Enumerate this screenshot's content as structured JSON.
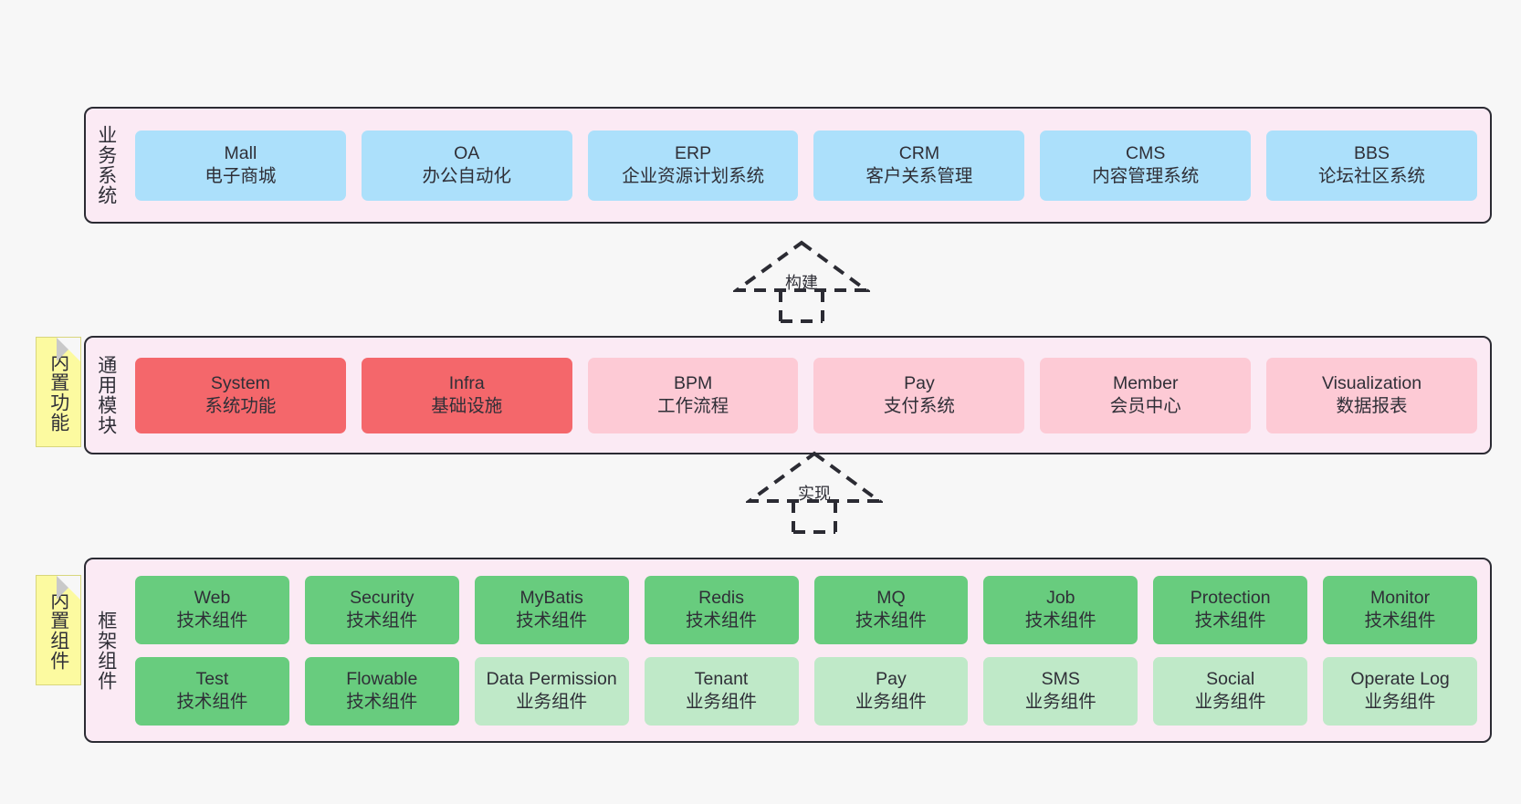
{
  "diagram": {
    "background": "#f7f7f7",
    "colors": {
      "panel": "#fbeaf4",
      "panel_border": "#2b2b33",
      "business_card": "#ace0fb",
      "module_core": "#f4676b",
      "module_other": "#fdcad5",
      "tech_component": "#68cc7e",
      "business_component": "#bfe9c8",
      "note": "#fcfaa0"
    }
  },
  "layers": {
    "business": {
      "title": "业务系统",
      "cards": [
        {
          "name": "Mall",
          "desc": "电子商城"
        },
        {
          "name": "OA",
          "desc": "办公自动化"
        },
        {
          "name": "ERP",
          "desc": "企业资源计划系统"
        },
        {
          "name": "CRM",
          "desc": "客户关系管理"
        },
        {
          "name": "CMS",
          "desc": "内容管理系统"
        },
        {
          "name": "BBS",
          "desc": "论坛社区系统"
        }
      ]
    },
    "module": {
      "title": "通用模块",
      "note": "内置功能",
      "cards": [
        {
          "name": "System",
          "desc": "系统功能",
          "tone": "red"
        },
        {
          "name": "Infra",
          "desc": "基础设施",
          "tone": "red"
        },
        {
          "name": "BPM",
          "desc": "工作流程",
          "tone": "pink"
        },
        {
          "name": "Pay",
          "desc": "支付系统",
          "tone": "pink"
        },
        {
          "name": "Member",
          "desc": "会员中心",
          "tone": "pink"
        },
        {
          "name": "Visualization",
          "desc": "数据报表",
          "tone": "pink"
        }
      ]
    },
    "framework": {
      "title": "框架组件",
      "note": "内置组件",
      "row1": [
        {
          "name": "Web",
          "desc": "技术组件",
          "tone": "green"
        },
        {
          "name": "Security",
          "desc": "技术组件",
          "tone": "green"
        },
        {
          "name": "MyBatis",
          "desc": "技术组件",
          "tone": "green"
        },
        {
          "name": "Redis",
          "desc": "技术组件",
          "tone": "green"
        },
        {
          "name": "MQ",
          "desc": "技术组件",
          "tone": "green"
        },
        {
          "name": "Job",
          "desc": "技术组件",
          "tone": "green"
        },
        {
          "name": "Protection",
          "desc": "技术组件",
          "tone": "green"
        },
        {
          "name": "Monitor",
          "desc": "技术组件",
          "tone": "green"
        }
      ],
      "row2": [
        {
          "name": "Test",
          "desc": "技术组件",
          "tone": "green"
        },
        {
          "name": "Flowable",
          "desc": "技术组件",
          "tone": "green"
        },
        {
          "name": "Data Permission",
          "desc": "业务组件",
          "tone": "lightgreen"
        },
        {
          "name": "Tenant",
          "desc": "业务组件",
          "tone": "lightgreen"
        },
        {
          "name": "Pay",
          "desc": "业务组件",
          "tone": "lightgreen"
        },
        {
          "name": "SMS",
          "desc": "业务组件",
          "tone": "lightgreen"
        },
        {
          "name": "Social",
          "desc": "业务组件",
          "tone": "lightgreen"
        },
        {
          "name": "Operate Log",
          "desc": "业务组件",
          "tone": "lightgreen"
        }
      ]
    }
  },
  "connectors": [
    {
      "label": "构建"
    },
    {
      "label": "实现"
    }
  ]
}
